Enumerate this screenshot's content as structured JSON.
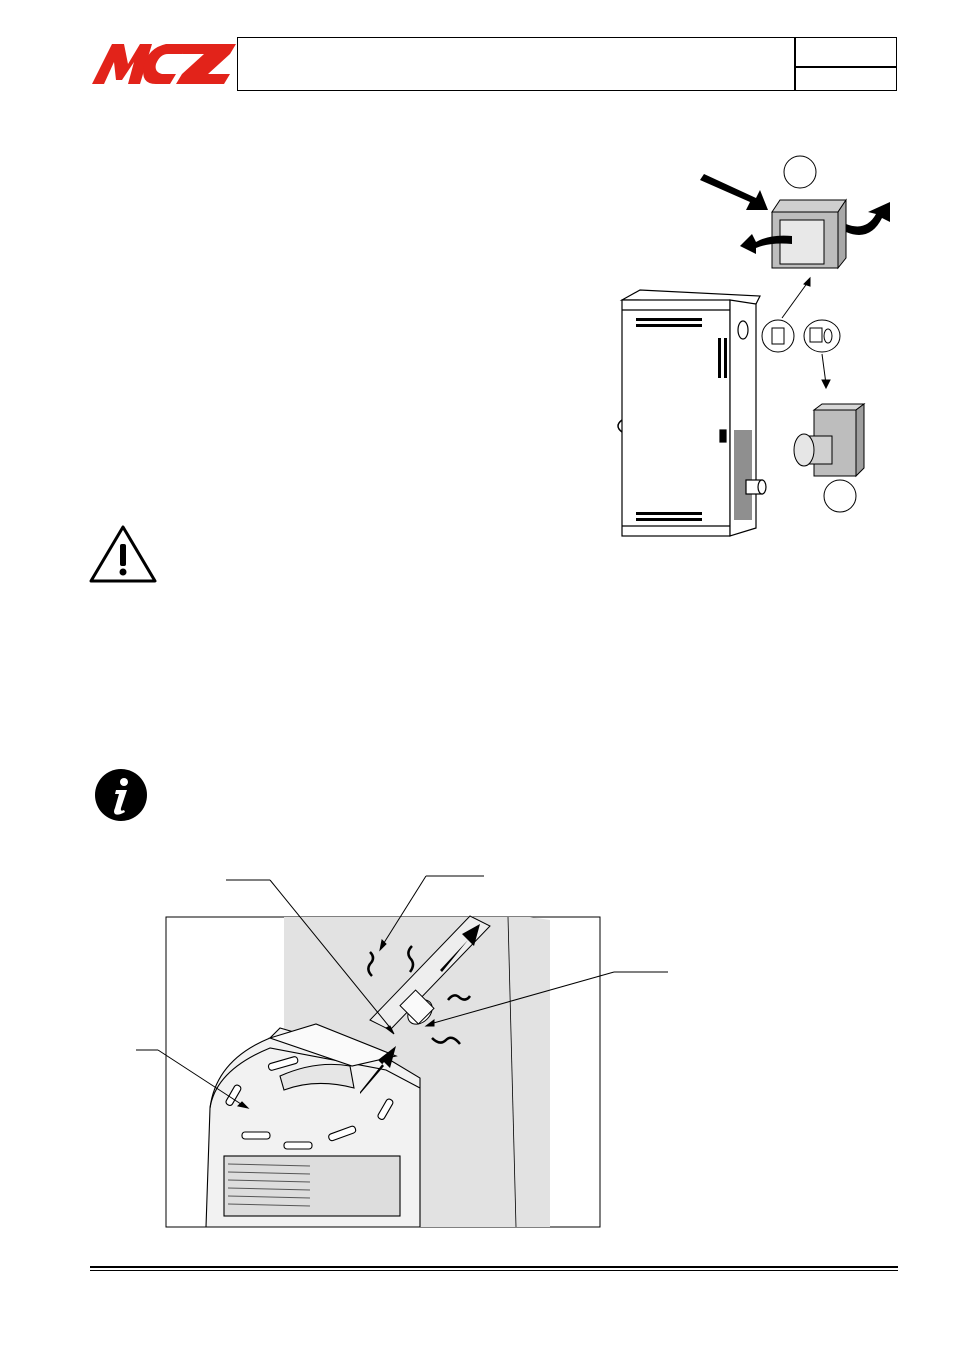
{
  "header": {
    "logo_text": "MCZ",
    "brand_color": "#e2231a"
  },
  "icons": {
    "warning": "warning-triangle-icon",
    "info": "info-circle-icon"
  },
  "figures": {
    "top": "stove-rear-view-with-air-duct-fittings",
    "bottom": "stove-top-with-flue-pipe-and-wall"
  }
}
